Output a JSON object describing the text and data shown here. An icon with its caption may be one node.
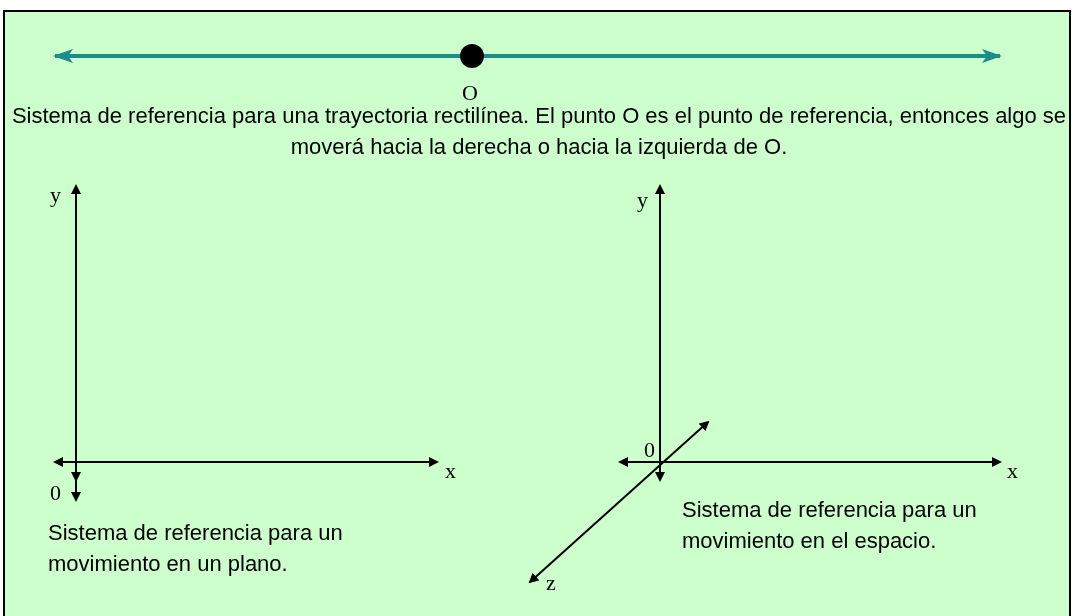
{
  "diagram": {
    "labels": [
      "O",
      "Sistema de referencia para una trayectoria rectilínea. El punto O es el punto de referencia, entonces algo se moverá hacia la derecha o hacia la izquierda de O.",
      "y",
      "x",
      "0",
      "Sistema de referencia para un movimiento en un plano.",
      "y",
      "0",
      "x",
      "z",
      "Sistema de referencia para un movimiento en el espacio."
    ]
  }
}
